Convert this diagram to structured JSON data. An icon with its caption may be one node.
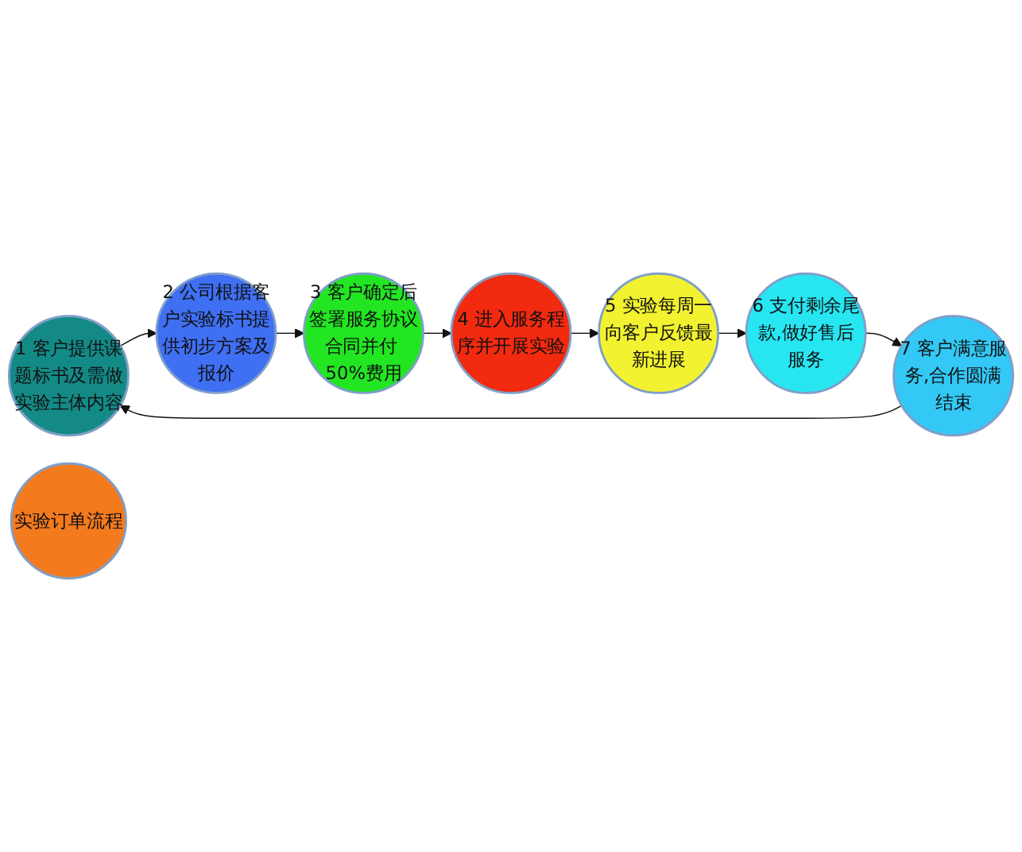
{
  "diagram": {
    "nodes": [
      {
        "text": [
          "1 客户提供课题标书及需做实验主体内容"
        ]
      },
      {
        "text": [
          "2 公司根据客户实验标书提供初步方案及报价"
        ]
      },
      {
        "text": [
          "3 客户确定后签署服务协议合同并付 50%费用"
        ]
      },
      {
        "text": [
          "4 进入服务程序并开展实验"
        ]
      },
      {
        "text": [
          "5 实验每周一向客户反馈最新进展"
        ]
      },
      {
        "text": [
          "6 支付剩余尾款,做好售后服务"
        ]
      },
      {
        "text": [
          "7 客户满意服务,合作圆满结束"
        ]
      },
      {
        "text": [
          "实验订单流程"
        ]
      }
    ],
    "edges": [
      {
        "from": 0,
        "to": 1,
        "arrow": "to"
      },
      {
        "from": 1,
        "to": 2,
        "arrow": "to"
      },
      {
        "from": 2,
        "to": 3,
        "arrow": "to"
      },
      {
        "from": 3,
        "to": 4,
        "arrow": "to"
      },
      {
        "from": 4,
        "to": 5,
        "arrow": "to"
      },
      {
        "from": 5,
        "to": 6,
        "arrow": "to"
      },
      {
        "from": 6,
        "to": 0,
        "arrow": "to"
      }
    ]
  }
}
